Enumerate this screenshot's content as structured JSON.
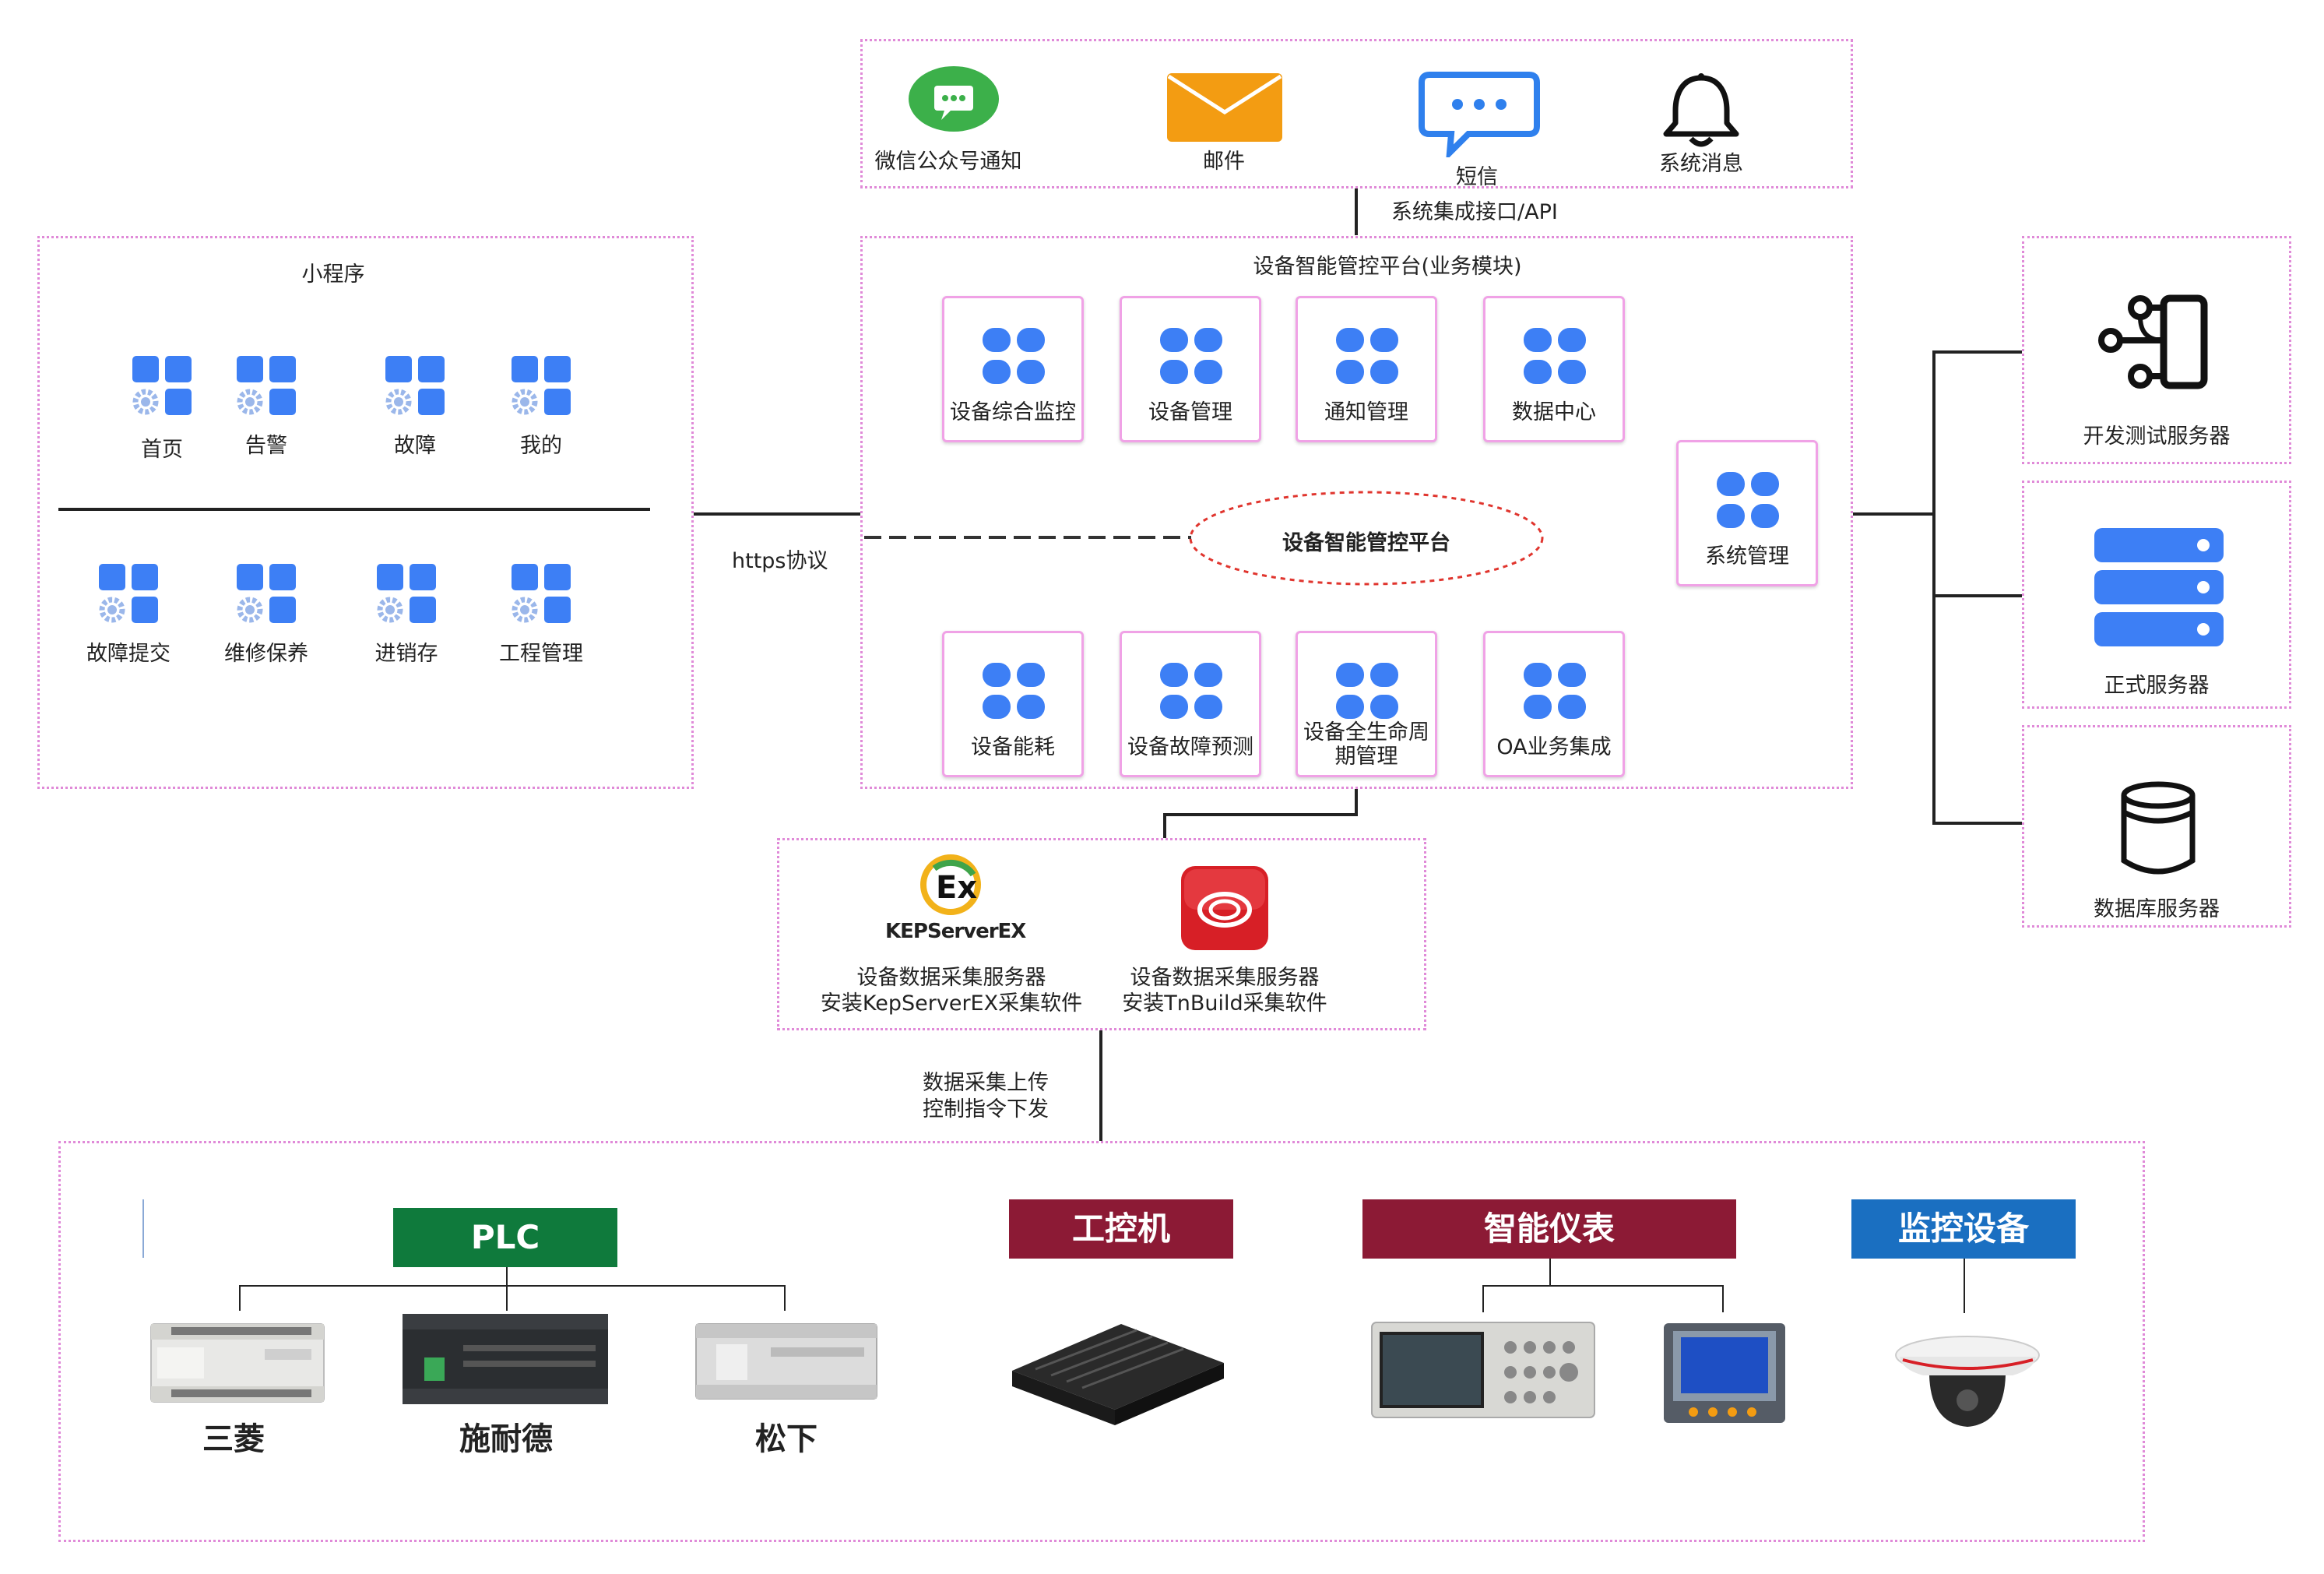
{
  "notify": {
    "items": [
      {
        "label": "微信公众号通知",
        "icon": "wechat-icon"
      },
      {
        "label": "邮件",
        "icon": "mail-icon"
      },
      {
        "label": "短信",
        "icon": "sms-icon"
      },
      {
        "label": "系统消息",
        "icon": "bell-icon"
      }
    ],
    "api_label": "系统集成接口/API"
  },
  "miniapp": {
    "title": "小程序",
    "row1": [
      "首页",
      "告警",
      "故障",
      "我的"
    ],
    "row2": [
      "故障提交",
      "维修保养",
      "进销存",
      "工程管理"
    ]
  },
  "https_label": "https协议",
  "platform": {
    "title": "设备智能管控平台(业务模块)",
    "center": "设备智能管控平台",
    "top_modules": [
      "设备综合监控",
      "设备管理",
      "通知管理",
      "数据中心"
    ],
    "side_module": "系统管理",
    "bottom_modules": [
      "设备能耗",
      "设备故障预测",
      "设备全生命周期管理",
      "OA业务集成"
    ]
  },
  "servers": [
    {
      "label": "开发测试服务器",
      "icon": "flow-server-icon"
    },
    {
      "label": "正式服务器",
      "icon": "server-rack-icon"
    },
    {
      "label": "数据库服务器",
      "icon": "database-icon"
    }
  ],
  "collect": {
    "kep_logo": "KEPServerEX",
    "kep_line1": "设备数据采集服务器",
    "kep_line2": "安装KepServerEX采集软件",
    "tn_line1": "设备数据采集服务器",
    "tn_line2": "安装TnBuild采集软件"
  },
  "upload_label_1": "数据采集上传",
  "upload_label_2": "控制指令下发",
  "devices": {
    "plc_header": "PLC",
    "ipc_header": "工控机",
    "meter_header": "智能仪表",
    "monitor_header": "监控设备",
    "brands": [
      "三菱",
      "施耐德",
      "松下"
    ]
  },
  "colors": {
    "border": "#e08ad8",
    "module_border": "#f0a2e6",
    "blue_icon": "#3d7ff5",
    "plc_green": "#0f7a3c",
    "maroon": "#8c1a35",
    "monitor_blue": "#1a6fc1"
  }
}
